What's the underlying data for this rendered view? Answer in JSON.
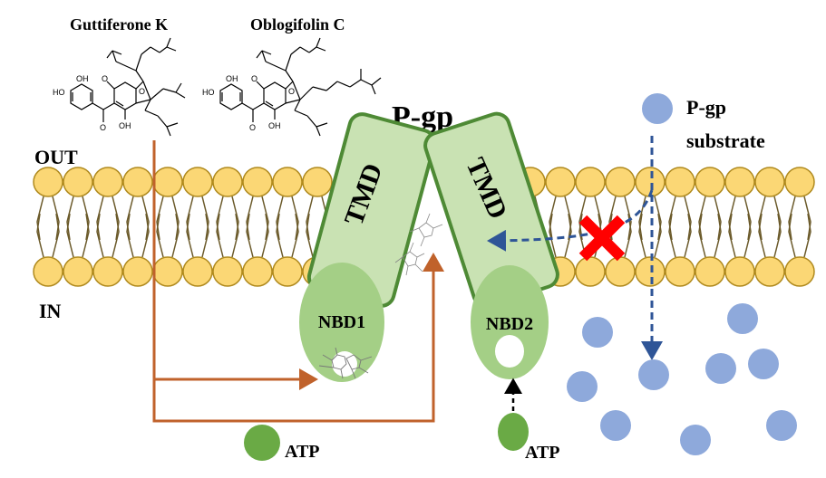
{
  "compounds": {
    "compound_1": "Guttiferone K",
    "compound_2": "Oblogifolin C"
  },
  "atom_labels": {
    "hydroxyl": "OH",
    "ho": "HO",
    "oxygen": "O"
  },
  "protein": {
    "name": "P-gp",
    "tmd_label": "TMD",
    "nbd1_label": "NBD1",
    "nbd2_label": "NBD2"
  },
  "membrane": {
    "out_label": "OUT",
    "in_label": "IN"
  },
  "substrate": {
    "label_line1": "P-gp",
    "label_line2": "substrate"
  },
  "atp": {
    "label": "ATP"
  },
  "colors": {
    "lipid_head": "#FBD775",
    "lipid_stroke": "#B08A1E",
    "tmd_fill": "#C9E2B3",
    "tmd_stroke": "#4E8A35",
    "nbd_fill": "#A4CF86",
    "atp_fill": "#6AAA45",
    "substrate_fill": "#8EA9DB",
    "inhibitor_arrow": "#C0622B",
    "substrate_arrow": "#2F5597",
    "block_mark": "#FF0000"
  }
}
